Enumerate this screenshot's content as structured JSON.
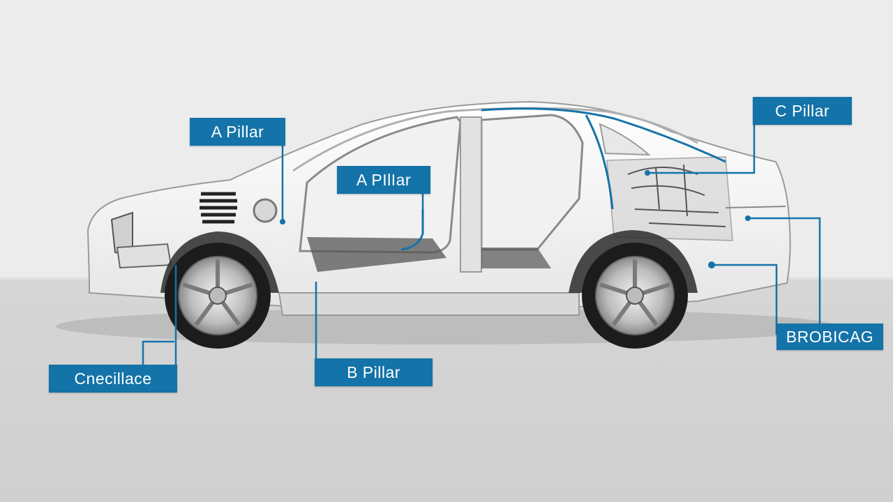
{
  "colors": {
    "accent": "#1473a8",
    "background": "#ececec",
    "floor": "#d3d3d3"
  },
  "labels": {
    "a_pillar_top": "A  Pillar",
    "a_pillar_inner": "A  PIlIar",
    "c_pillar": "C  Pillar",
    "b_pillar": "B  Pillar",
    "crossmember": "Cnecillace",
    "bumper": "BROBICAG"
  }
}
